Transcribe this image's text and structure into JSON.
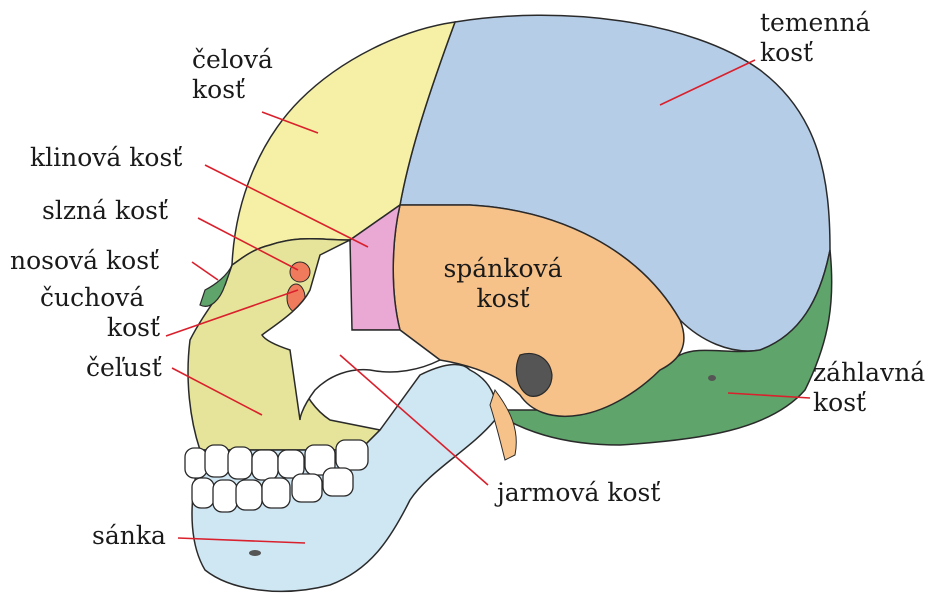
{
  "colors": {
    "frontal": "#f5f0a6",
    "parietal": "#b6cde8",
    "temporal": "#f7c28a",
    "occipital": "#5fa46b",
    "sphenoid": "#e9a9d4",
    "lacrimal": "#f07b5c",
    "nasal": "#5fa46b",
    "ethmoid": "#f07b5c",
    "zygomatic": "#ffffff",
    "maxilla": "#e6e49a",
    "mandible": "#cfe6f3",
    "leader": "#d9202c",
    "outline": "#2a2a2a"
  },
  "labels": {
    "temenna": [
      "temenná",
      "kosť"
    ],
    "celova": [
      "čelová",
      "kosť"
    ],
    "klinova": [
      "klinová kosť"
    ],
    "slzna": [
      "slzná kosť"
    ],
    "nosova": [
      "nosová kosť"
    ],
    "cuchova": [
      "čuchová",
      "kosť"
    ],
    "spankova": [
      "spánková",
      "kosť"
    ],
    "celust": [
      "čeľusť"
    ],
    "zahlavna": [
      "záhlavná",
      "kosť"
    ],
    "jarmova": [
      "jarmová kosť"
    ],
    "sanka": [
      "sánka"
    ]
  }
}
